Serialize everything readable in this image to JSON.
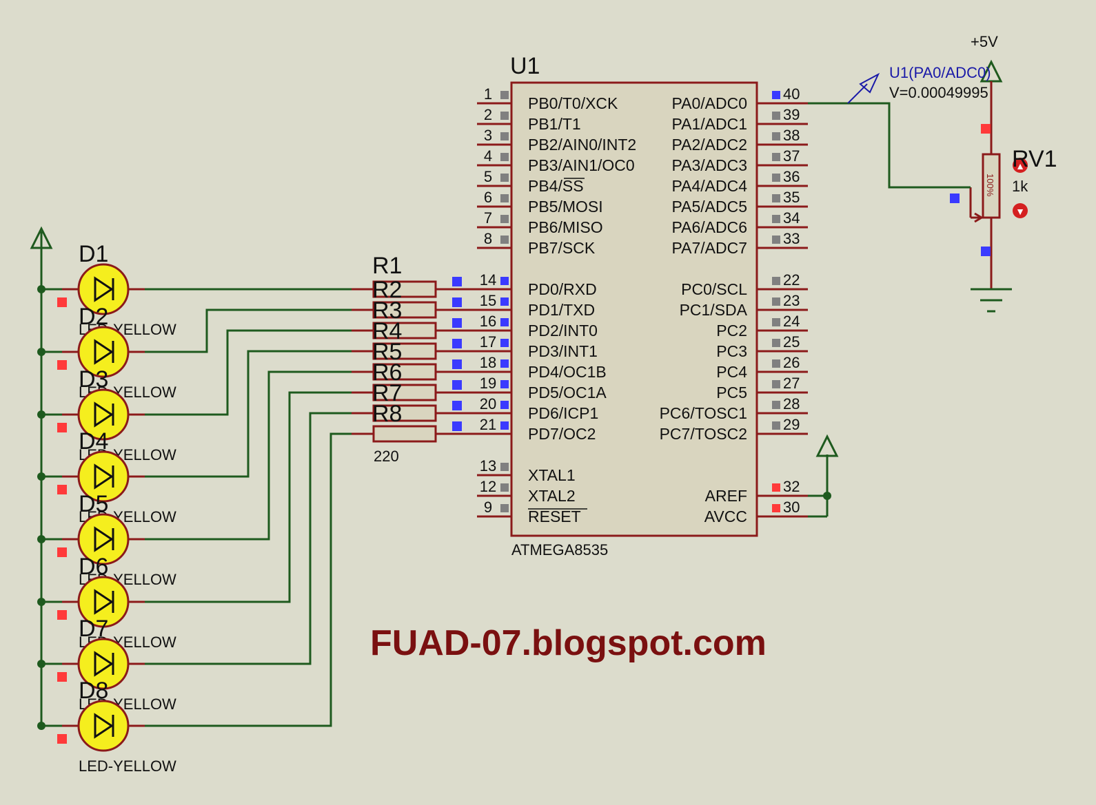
{
  "watermark": "FUAD-07.blogspot.com",
  "mcu": {
    "ref": "U1",
    "part": "ATMEGA8535",
    "left_pins": [
      {
        "num": "1",
        "label": "PB0/T0/XCK"
      },
      {
        "num": "2",
        "label": "PB1/T1"
      },
      {
        "num": "3",
        "label": "PB2/AIN0/INT2"
      },
      {
        "num": "4",
        "label": "PB3/AIN1/OC0"
      },
      {
        "num": "5",
        "label": "PB4/SS"
      },
      {
        "num": "6",
        "label": "PB5/MOSI"
      },
      {
        "num": "7",
        "label": "PB6/MISO"
      },
      {
        "num": "8",
        "label": "PB7/SCK"
      },
      {
        "num": "14",
        "label": "PD0/RXD"
      },
      {
        "num": "15",
        "label": "PD1/TXD"
      },
      {
        "num": "16",
        "label": "PD2/INT0"
      },
      {
        "num": "17",
        "label": "PD3/INT1"
      },
      {
        "num": "18",
        "label": "PD4/OC1B"
      },
      {
        "num": "19",
        "label": "PD5/OC1A"
      },
      {
        "num": "20",
        "label": "PD6/ICP1"
      },
      {
        "num": "21",
        "label": "PD7/OC2"
      },
      {
        "num": "13",
        "label": "XTAL1"
      },
      {
        "num": "12",
        "label": "XTAL2"
      },
      {
        "num": "9",
        "label": "RESET"
      }
    ],
    "right_pins": [
      {
        "num": "40",
        "label": "PA0/ADC0"
      },
      {
        "num": "39",
        "label": "PA1/ADC1"
      },
      {
        "num": "38",
        "label": "PA2/ADC2"
      },
      {
        "num": "37",
        "label": "PA3/ADC3"
      },
      {
        "num": "36",
        "label": "PA4/ADC4"
      },
      {
        "num": "35",
        "label": "PA5/ADC5"
      },
      {
        "num": "34",
        "label": "PA6/ADC6"
      },
      {
        "num": "33",
        "label": "PA7/ADC7"
      },
      {
        "num": "22",
        "label": "PC0/SCL"
      },
      {
        "num": "23",
        "label": "PC1/SDA"
      },
      {
        "num": "24",
        "label": "PC2"
      },
      {
        "num": "25",
        "label": "PC3"
      },
      {
        "num": "26",
        "label": "PC4"
      },
      {
        "num": "27",
        "label": "PC5"
      },
      {
        "num": "28",
        "label": "PC6/TOSC1"
      },
      {
        "num": "29",
        "label": "PC7/TOSC2"
      },
      {
        "num": "32",
        "label": "AREF"
      },
      {
        "num": "30",
        "label": "AVCC"
      }
    ]
  },
  "resistors": {
    "refs": [
      "R1",
      "R2",
      "R3",
      "R4",
      "R5",
      "R6",
      "R7",
      "R8"
    ],
    "value": "220"
  },
  "leds": {
    "refs": [
      "D1",
      "D2",
      "D3",
      "D4",
      "D5",
      "D6",
      "D7",
      "D8"
    ],
    "type": "LED-YELLOW"
  },
  "pot": {
    "ref": "RV1",
    "value": "1k",
    "setting": "100%"
  },
  "power_label": "+5V",
  "probe": {
    "name": "U1(PA0/ADC0)",
    "reading": "V=0.00049995"
  },
  "colors": {
    "wire": "#1e5a1e",
    "component_outline": "#8b1a1a",
    "led_fill": "#f5ee1e",
    "logic_low": "#3a3aff",
    "logic_high": "#ff3a3a",
    "probe": "#1a1aa8",
    "watermark": "#7a1010"
  }
}
